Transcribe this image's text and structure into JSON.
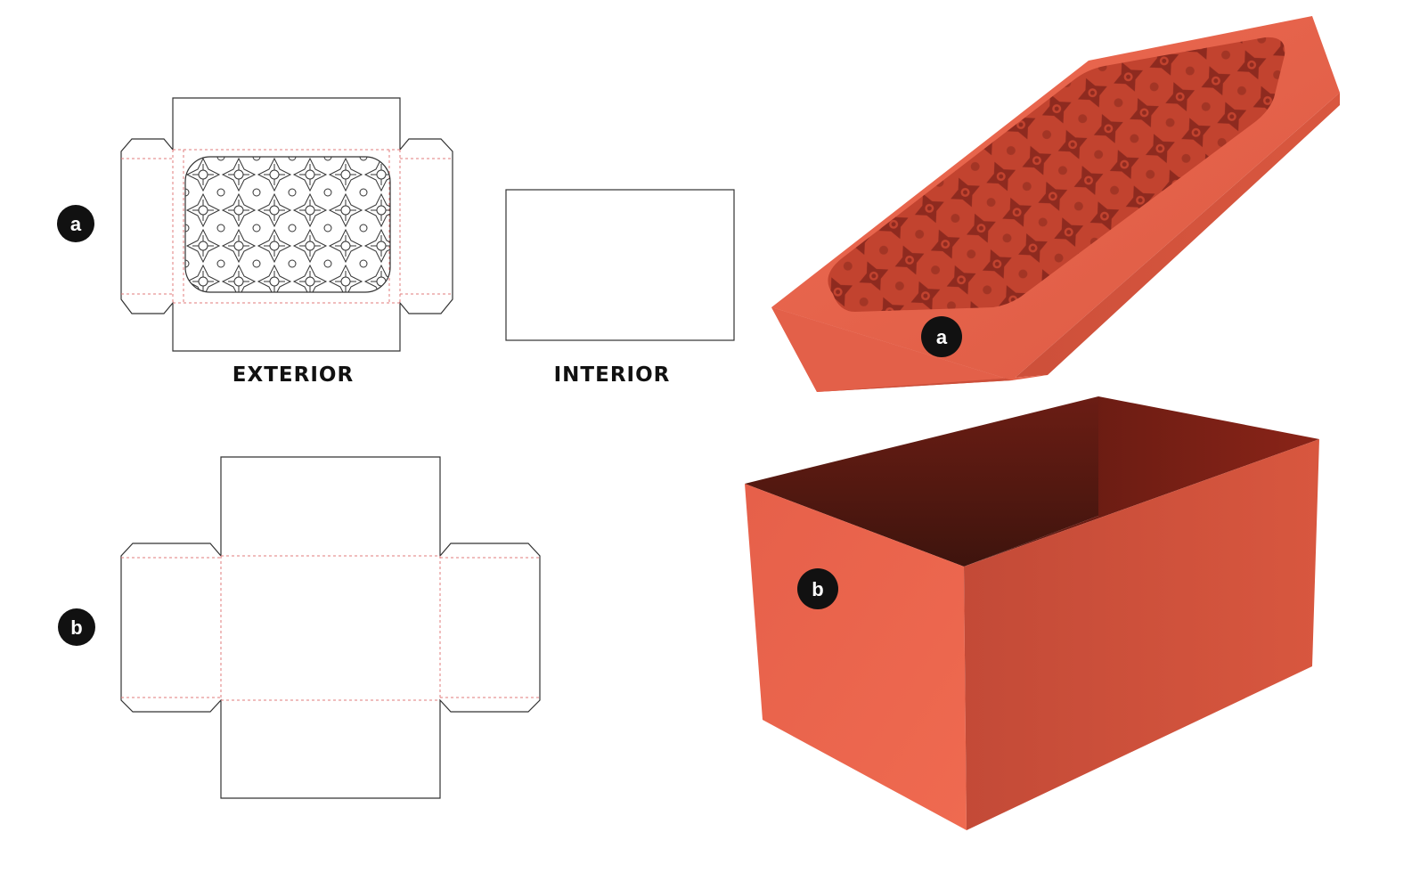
{
  "labels": {
    "badge_a": "a",
    "badge_b": "b",
    "exterior": "EXTERIOR",
    "interior": "INTERIOR"
  },
  "colors": {
    "box_light": "#e9604a",
    "box_mid": "#d5543f",
    "box_dark": "#c44a37",
    "box_inner_dark": "#4a1810",
    "box_inner_mid": "#7a1e16",
    "pattern_dark": "#8e2a1f",
    "badge_fill": "#111111",
    "cut_line": "#333333",
    "fold_line": "#e07b7b"
  },
  "icons": [
    "flower-lattice-pattern",
    "letter-badge"
  ]
}
